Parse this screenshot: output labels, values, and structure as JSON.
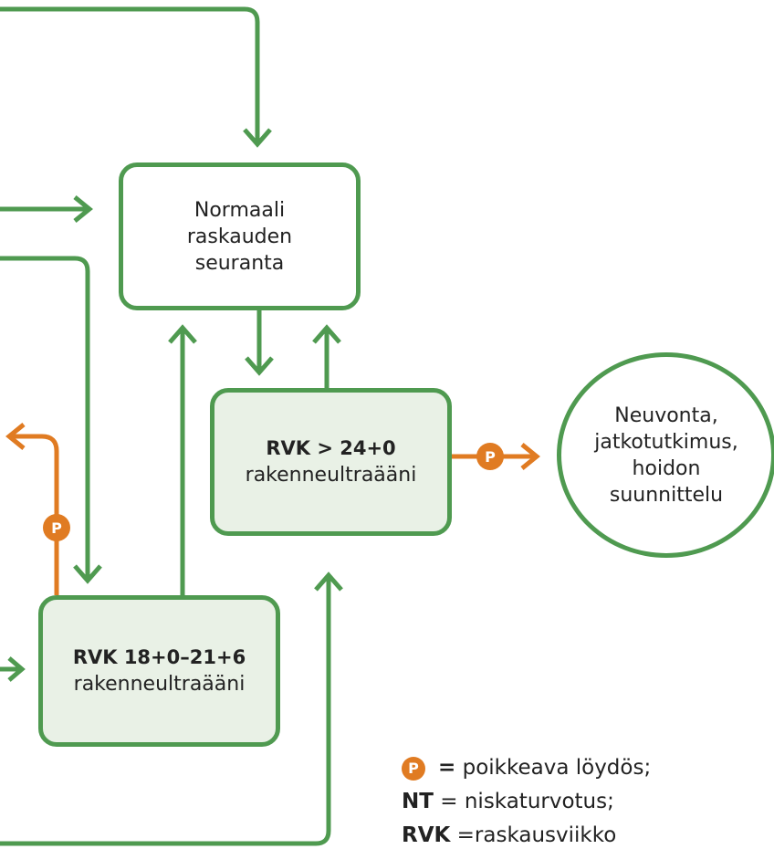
{
  "colors": {
    "green": "#4f9a50",
    "orange": "#e07b22",
    "box_fill": "#e9f1e6",
    "text": "#222222"
  },
  "nodes": {
    "normal": {
      "lines": [
        "Normaali",
        "raskauden",
        "seuranta"
      ]
    },
    "rvk24": {
      "title": "RVK > 24+0",
      "subtitle": "rakenneultraääni"
    },
    "rvk18": {
      "title": "RVK 18+0–21+6",
      "subtitle": "rakenneultraääni"
    },
    "neuvonta": {
      "lines": [
        "Neuvonta,",
        "jatkotutkimus,",
        "hoidon",
        "suunnittelu"
      ]
    }
  },
  "badge_label": "P",
  "legend": {
    "p_symbol": "P",
    "p_eq": "=",
    "p_desc": " poikkeava löydös;",
    "nt_abbr": "NT",
    "nt_desc": " = niskaturvotus;",
    "rvk_abbr": "RVK",
    "rvk_desc": " =raskausviikko"
  }
}
